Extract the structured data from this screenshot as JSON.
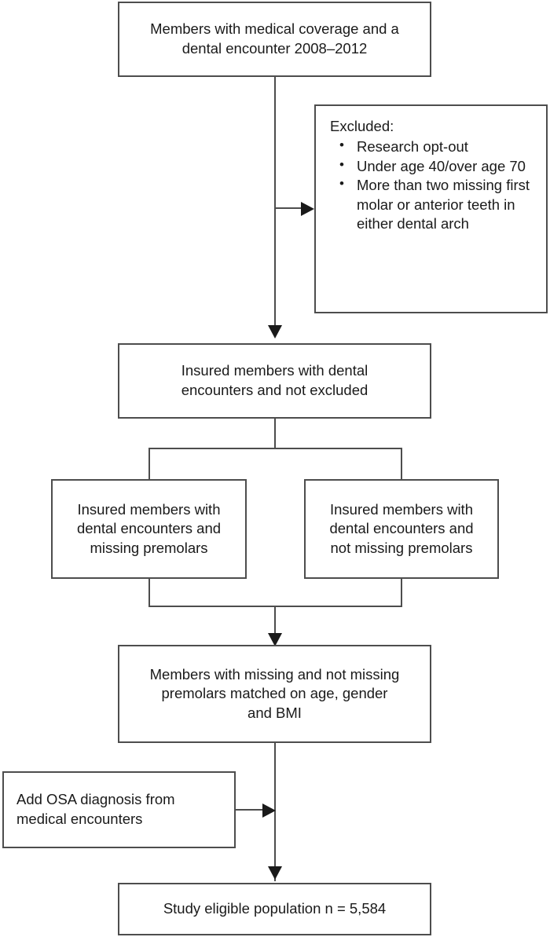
{
  "diagram": {
    "type": "flowchart",
    "title": "Study population selection flow",
    "line_color": "#4d4d4d",
    "arrow_color": "#1a1a1a",
    "background": "#ffffff",
    "nodes": {
      "source_population": {
        "label": "Members with medical coverage and a\ndental encounter 2008–2012"
      },
      "excluded": {
        "title": "Excluded:",
        "items": [
          "Research opt-out",
          "Under age 40/over age 70",
          "More than two missing first molar or anterior teeth in either dental arch"
        ],
        "bullet_glyph": "•"
      },
      "insured_not_excluded": {
        "label": "Insured members with dental\nencounters and not excluded"
      },
      "missing_premolars": {
        "label": "Insured members with\ndental encounters and\nmissing premolars"
      },
      "not_missing_premolars": {
        "label": "Insured members with\ndental encounters and\nnot missing premolars"
      },
      "matched": {
        "label": "Members with missing and not missing\npremolars matched on age, gender\nand BMI"
      },
      "add_osa": {
        "label": "Add OSA diagnosis from\nmedical encounters"
      },
      "study_population": {
        "label": "Study eligible population n = 5,584"
      }
    }
  }
}
